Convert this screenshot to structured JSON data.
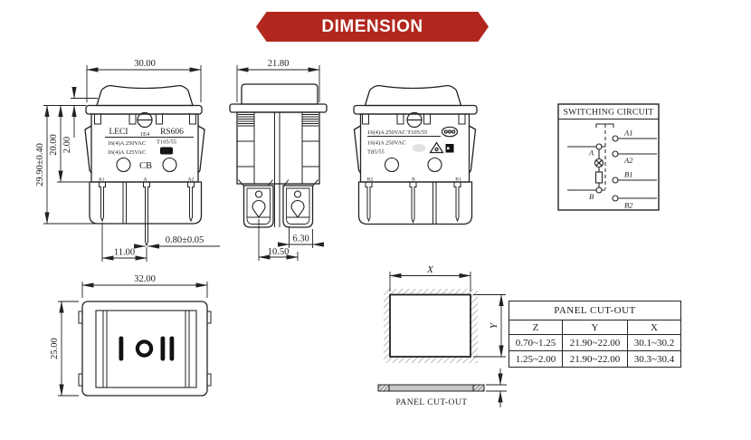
{
  "banner": {
    "label": "DIMENSION",
    "bg_color": "#B2271D",
    "text_color": "#FFFFFF"
  },
  "front_view": {
    "dim_width": "30.00",
    "dim_height_total": "29.90±0.40",
    "dim_height_body": "20.00",
    "dim_bezel": "2.00",
    "dim_pin_pitch": "11.00",
    "dim_pin_thickness": "0.80±0.05",
    "brand": "LECI",
    "code": "1E4",
    "model": "RS606",
    "rating_line1": "16(4)A 250VAC",
    "temp_code": "T105/55",
    "rating_line2": "16(4)A 125VAC",
    "cert": "CB",
    "terminals": [
      "A1",
      "A",
      "A2"
    ]
  },
  "side_view": {
    "dim_width": "21.80",
    "dim_hole_width": "6.30",
    "dim_hole_pitch": "10.50"
  },
  "back_view": {
    "rating_line1": "16(4)A 250VAC T105/55",
    "rating_line2": "16(4)A 250VAC",
    "temp_code": "T85/55",
    "terminals": [
      "B2",
      "B",
      "B1"
    ]
  },
  "circuit": {
    "title": "SWITCHING CIRCUIT",
    "pole_a": "A",
    "pole_b": "B",
    "terminal_a1": "A1",
    "terminal_a2": "A2",
    "terminal_b1": "B1",
    "terminal_b2": "B2"
  },
  "top_view": {
    "dim_width": "32.00",
    "dim_height": "25.00"
  },
  "cutout_view": {
    "x_label": "X",
    "y_label": "Y",
    "caption": "PANEL CUT-OUT"
  },
  "cutout_table": {
    "title": "PANEL CUT-OUT",
    "columns": [
      "Z",
      "Y",
      "X"
    ],
    "rows": [
      [
        "0.70~1.25",
        "21.90~22.00",
        "30.1~30.2"
      ],
      [
        "1.25~2.00",
        "21.90~22.00",
        "30.3~30.4"
      ]
    ]
  }
}
